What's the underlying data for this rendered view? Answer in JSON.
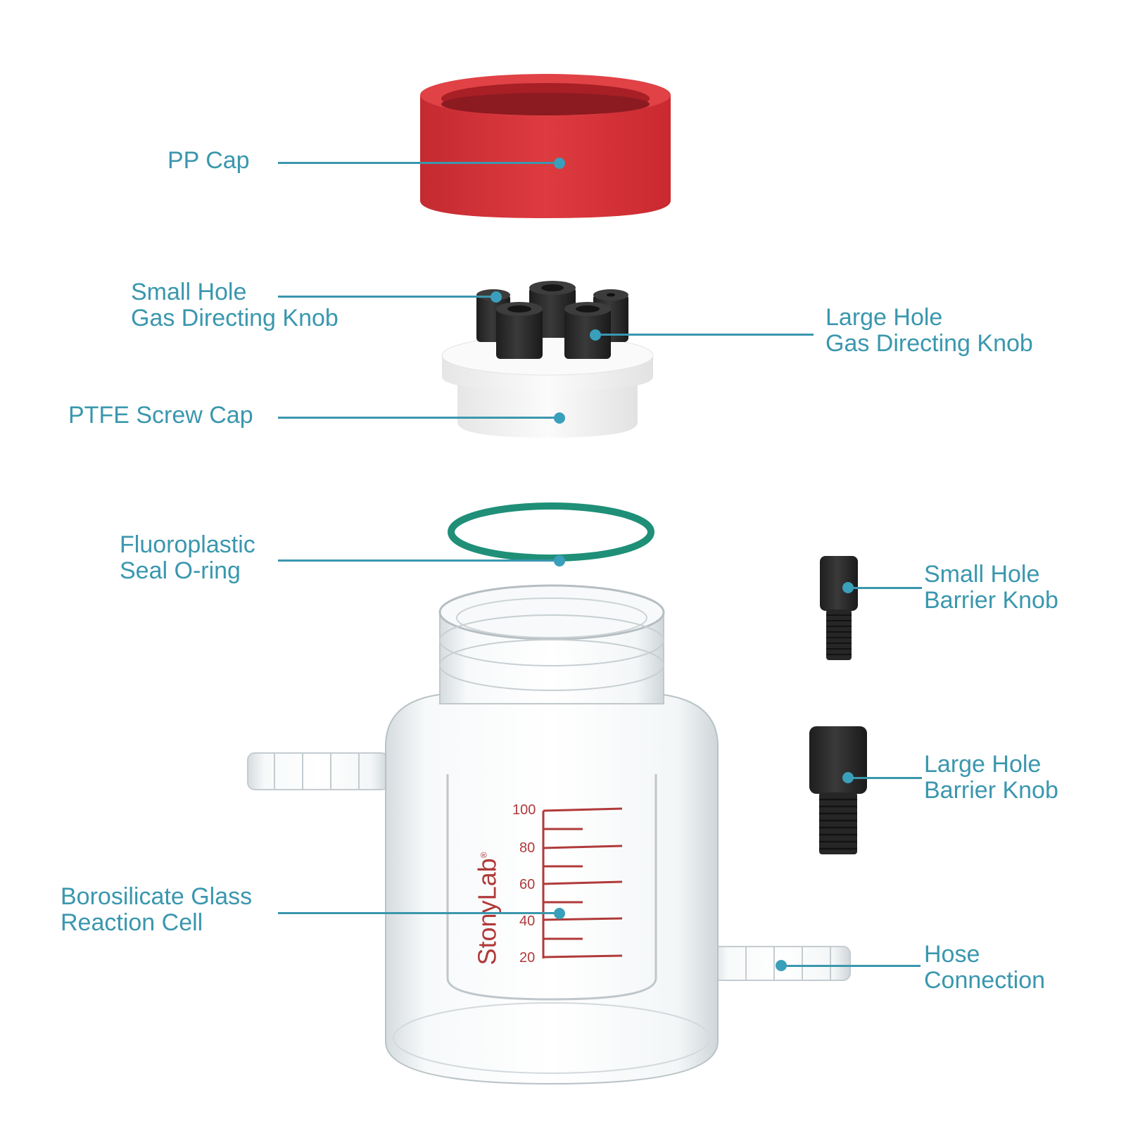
{
  "diagram": {
    "type": "exploded-view product diagram",
    "brand": "StonyLab",
    "brand_mark": "®",
    "accent_color": "#3a97ae",
    "callouts": [
      {
        "id": "pp-cap",
        "lines": [
          "PP Cap"
        ],
        "part_color": "#d9343a"
      },
      {
        "id": "small-hole-gas-directing-knob",
        "lines": [
          "Small Hole",
          "Gas Directing Knob"
        ],
        "part_color": "#2b2b2b"
      },
      {
        "id": "large-hole-gas-directing-knob",
        "lines": [
          "Large Hole",
          "Gas Directing Knob"
        ],
        "part_color": "#2b2b2b"
      },
      {
        "id": "ptfe-screw-cap",
        "lines": [
          "PTFE Screw Cap"
        ],
        "part_color": "#f2f2f2"
      },
      {
        "id": "fluoroplastic-seal-o-ring",
        "lines": [
          "Fluoroplastic",
          "Seal O-ring"
        ],
        "part_color": "#1f8f78"
      },
      {
        "id": "small-hole-barrier-knob",
        "lines": [
          "Small Hole",
          "Barrier Knob"
        ],
        "part_color": "#2b2b2b"
      },
      {
        "id": "large-hole-barrier-knob",
        "lines": [
          "Large Hole",
          "Barrier Knob"
        ],
        "part_color": "#2b2b2b"
      },
      {
        "id": "borosilicate-glass-reaction-cell",
        "lines": [
          "Borosilicate Glass",
          "Reaction Cell"
        ],
        "part_color": "#e8eef0"
      },
      {
        "id": "hose-connection",
        "lines": [
          "Hose",
          "Connection"
        ],
        "part_color": "#e8eef0"
      }
    ],
    "graduation": {
      "color": "#b03a3a",
      "labels": [
        "100",
        "80",
        "60",
        "40",
        "20"
      ]
    }
  }
}
